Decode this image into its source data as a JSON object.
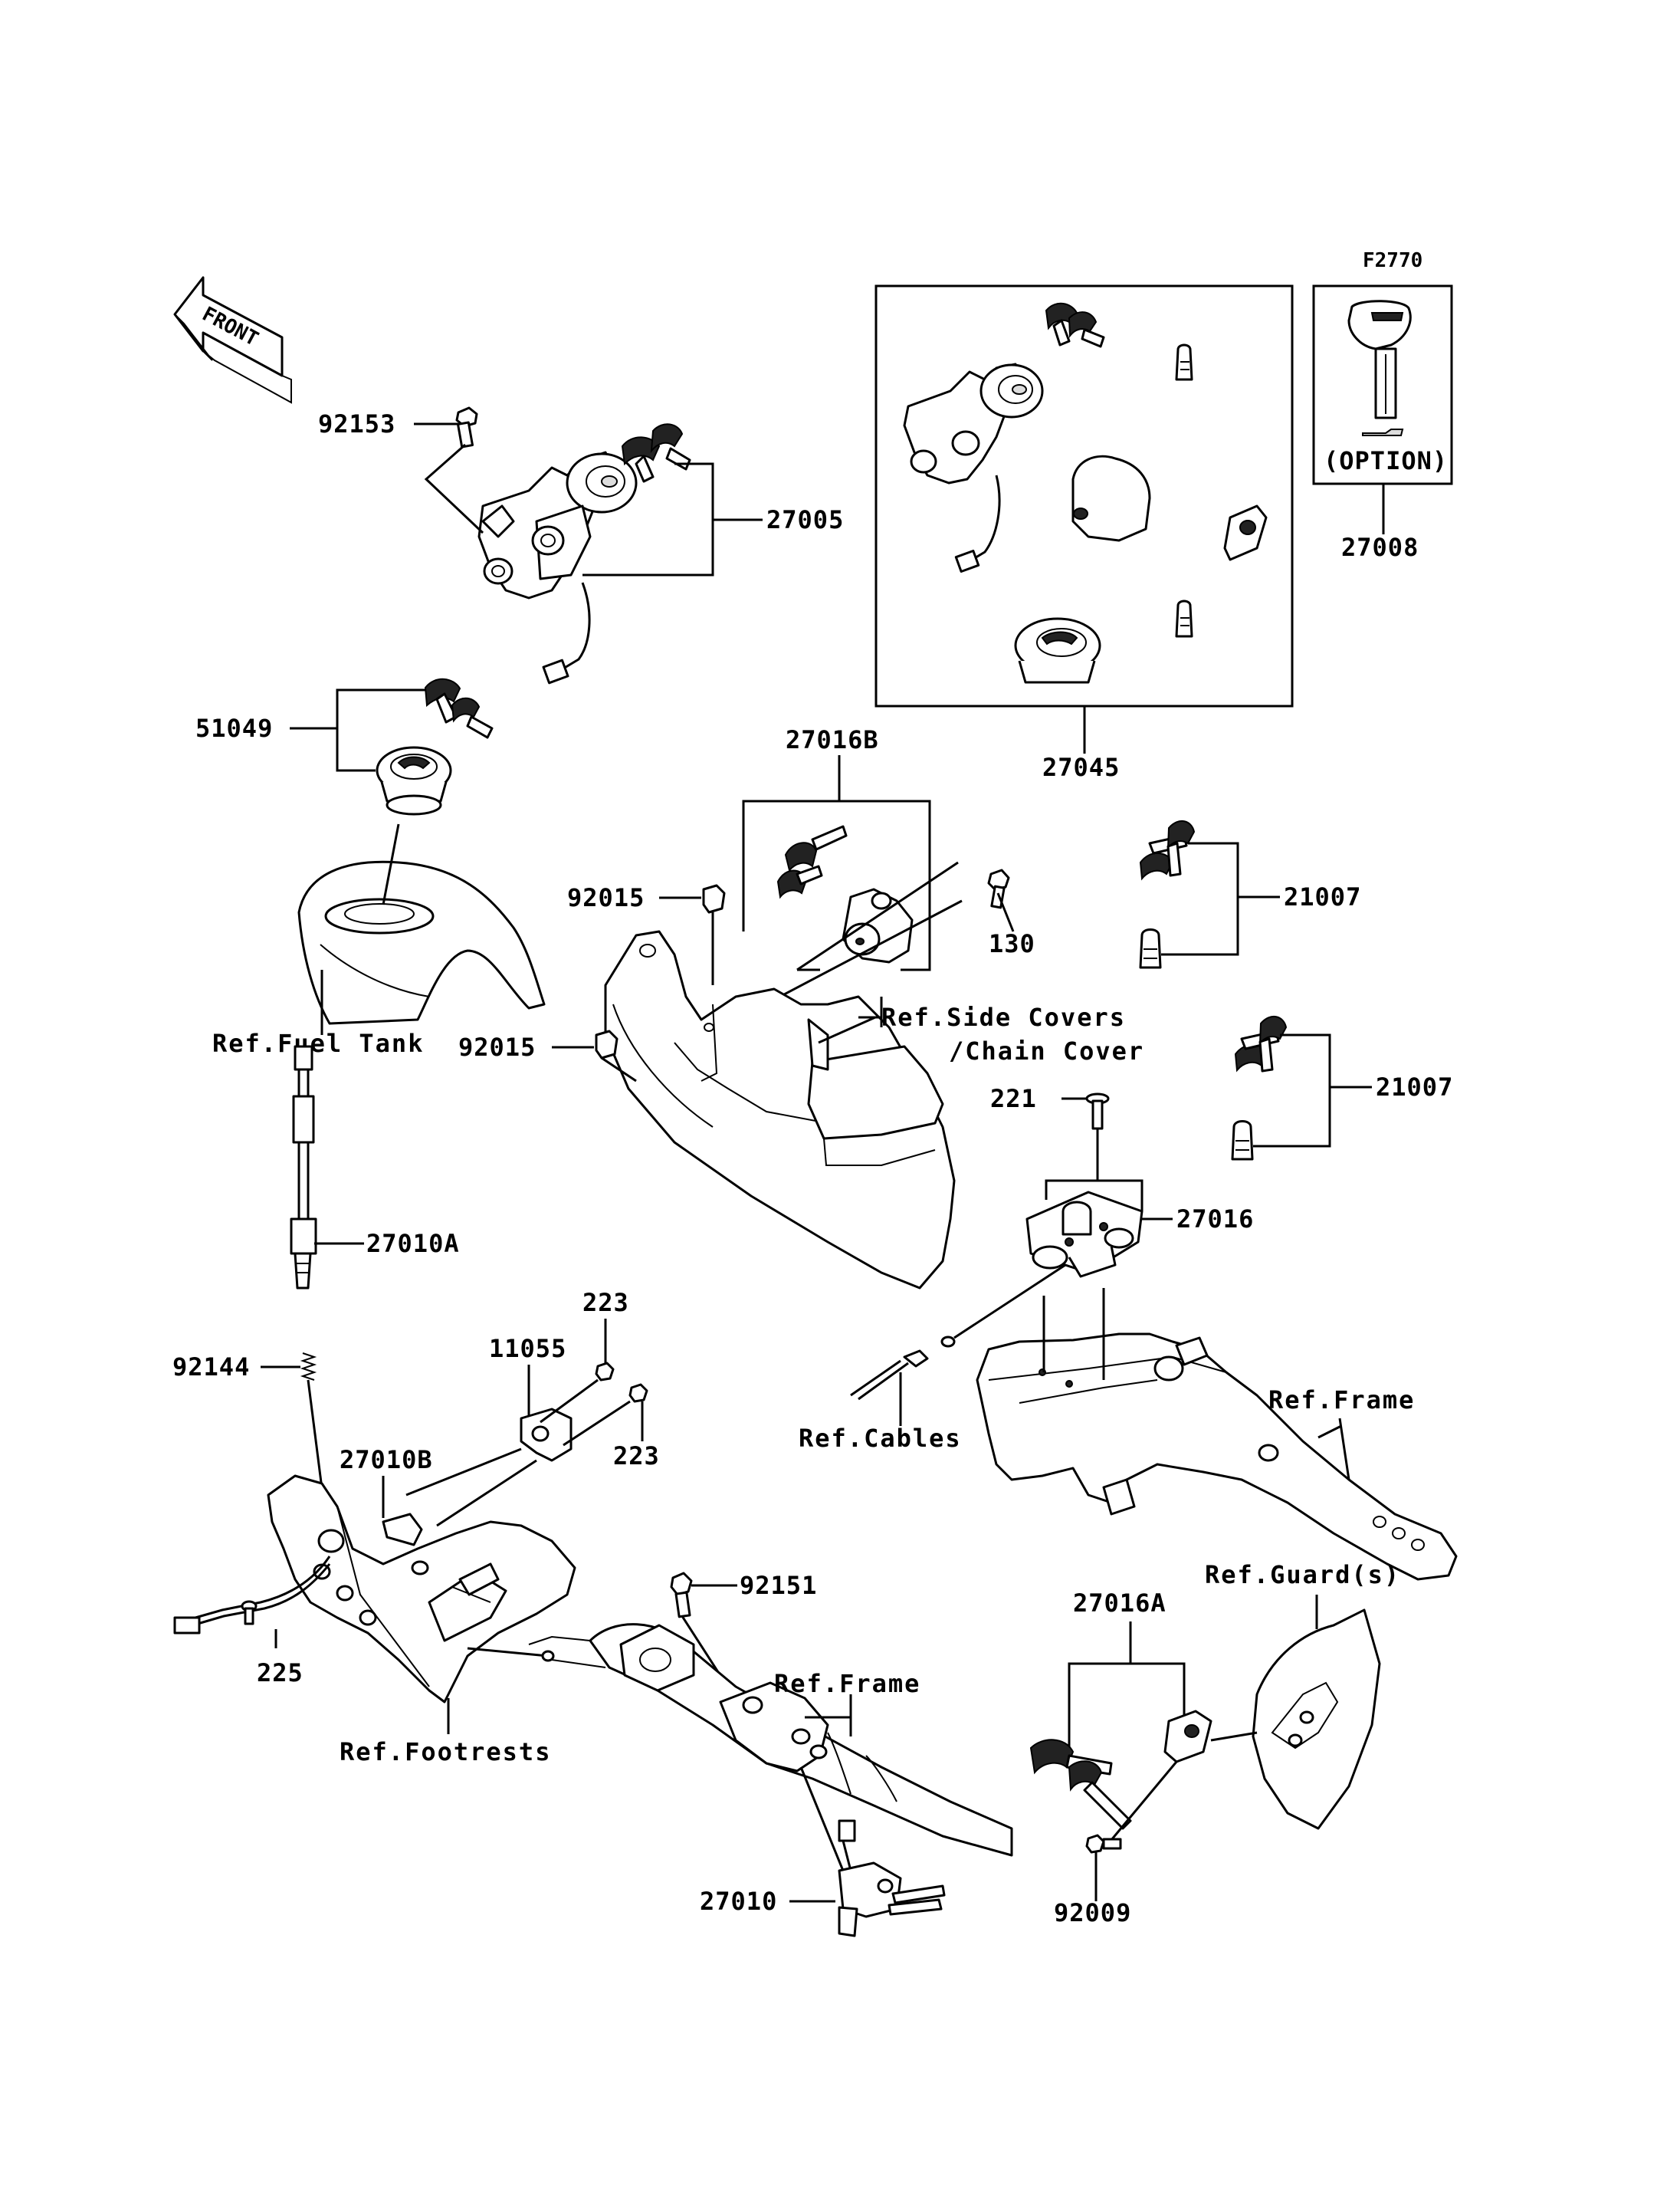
{
  "figure_code": "F2770",
  "front_label": "FRONT",
  "option_label": "(OPTION)",
  "parts": {
    "p92153": "92153",
    "p27005": "27005",
    "p51049": "51049",
    "p27045": "27045",
    "p27008": "27008",
    "p27016B": "27016B",
    "p92015a": "92015",
    "p92015b": "92015",
    "p130": "130",
    "p21007a": "21007",
    "p21007b": "21007",
    "p221": "221",
    "p27016": "27016",
    "p27010A": "27010A",
    "p92144": "92144",
    "p223a": "223",
    "p11055": "11055",
    "p223b": "223",
    "p27010B": "27010B",
    "p225": "225",
    "p92151": "92151",
    "p27016A": "27016A",
    "p27010": "27010",
    "p92009": "92009"
  },
  "refs": {
    "fuel_tank": "Ref.Fuel Tank",
    "side_covers": "Ref.Side Covers",
    "chain_cover": "/Chain Cover",
    "cables": "Ref.Cables",
    "frame_right": "Ref.Frame",
    "guards": "Ref.Guard(s)",
    "frame_center": "Ref.Frame",
    "footrests": "Ref.Footrests"
  }
}
